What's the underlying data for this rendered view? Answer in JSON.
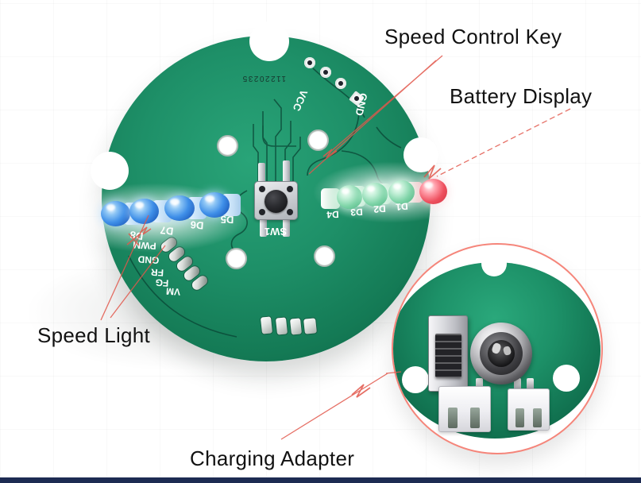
{
  "page": {
    "background_color": "#ffffff",
    "bottom_bar_color": "#1d2b52"
  },
  "annotations": {
    "leader_color": "#e2574b",
    "labels": {
      "speed_control_key": "Speed Control Key",
      "battery_display": "Battery Display",
      "speed_light": "Speed Light",
      "charging_adapter": "Charging Adapter"
    }
  },
  "pcb": {
    "board_color": "#1e9068",
    "serial_number": "11220235",
    "power_pad_labels": [
      "VCC",
      "GND"
    ],
    "button_label": "SW1",
    "speed_led_labels": [
      "D8",
      "D7",
      "D6",
      "D5"
    ],
    "battery_led_labels": [
      "D4",
      "D3",
      "D2",
      "D1"
    ],
    "signal_pad_labels": [
      "PWM",
      "GND",
      "FR",
      "FG",
      "VM"
    ],
    "led_colors": {
      "speed": "#3f8fe8",
      "battery_level": "#7fd4a8",
      "battery_low": "#ee4f5e"
    }
  },
  "inset": {
    "border_color": "#f5857a"
  }
}
